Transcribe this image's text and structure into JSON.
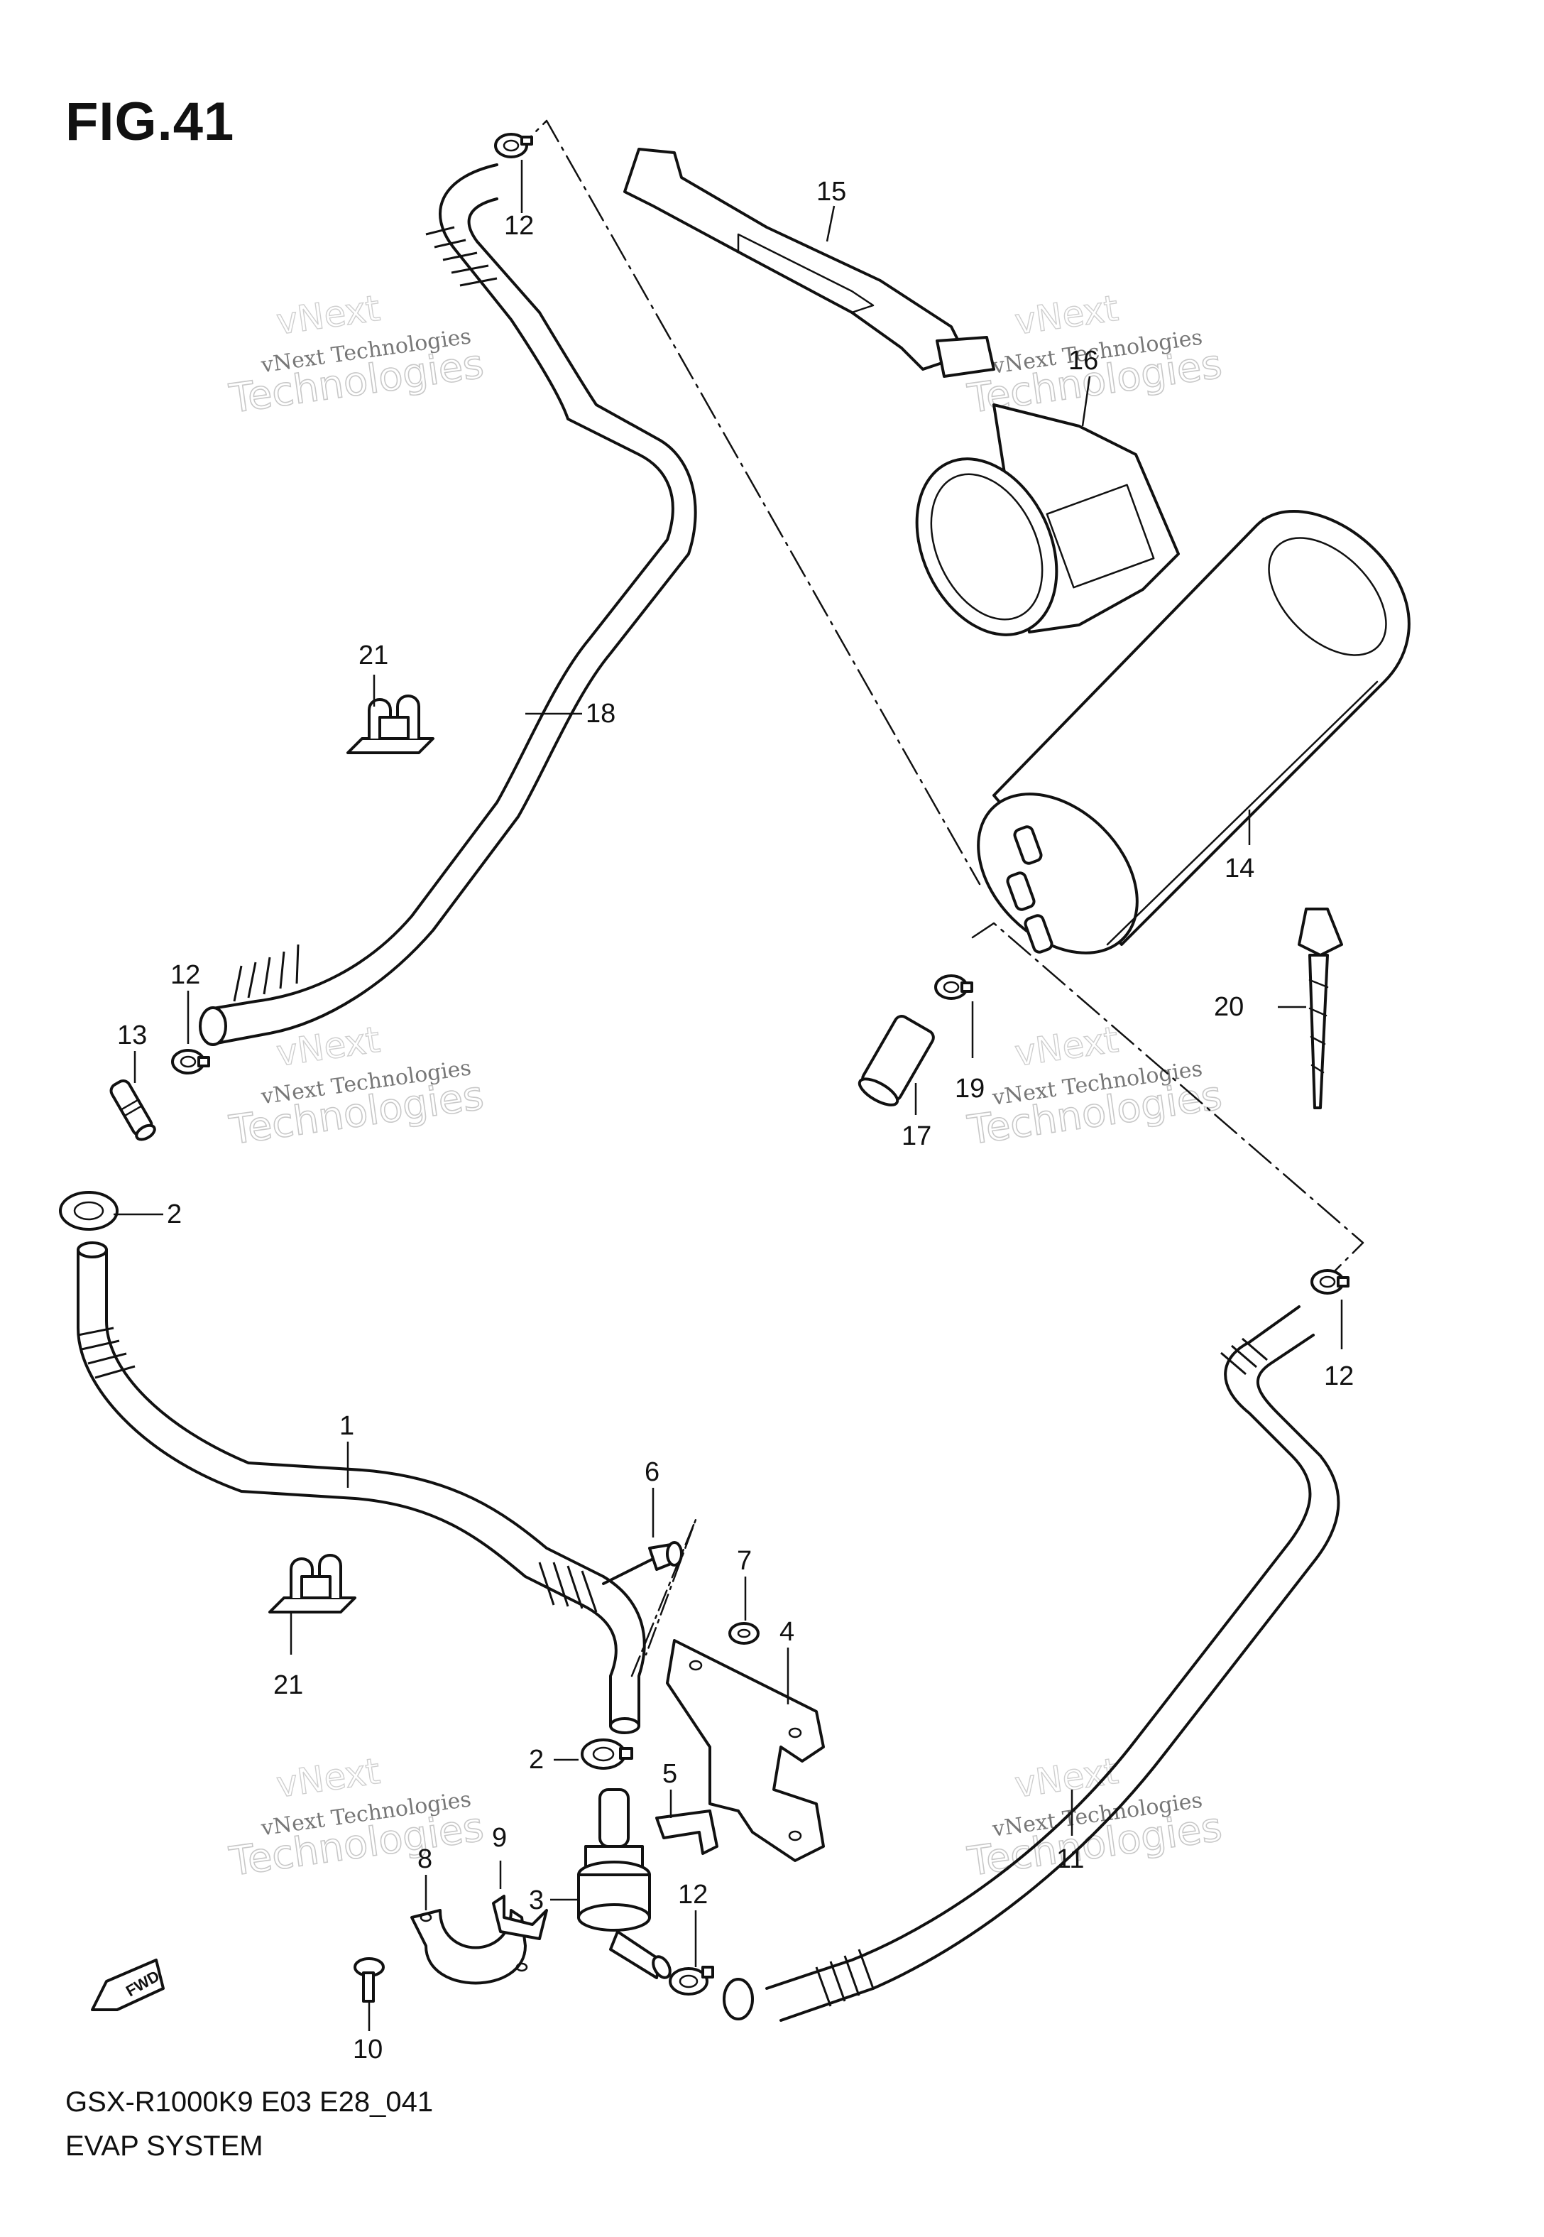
{
  "figure": {
    "title": "FIG.41"
  },
  "footer": {
    "model_code": "GSX-R1000K9 E03 E28_041",
    "section_name": "EVAP SYSTEM"
  },
  "watermark": {
    "line1": "vNext Technologies",
    "line2": "Technologies",
    "line3": "vNext"
  },
  "direction_badge": {
    "label": "FWD"
  },
  "callouts": {
    "c1": "1",
    "c2a": "2",
    "c2b": "2",
    "c3": "3",
    "c4": "4",
    "c5": "5",
    "c6": "6",
    "c7": "7",
    "c8": "8",
    "c9": "9",
    "c10": "10",
    "c11": "11",
    "c12a": "12",
    "c12b": "12",
    "c12c": "12",
    "c12d": "12",
    "c13": "13",
    "c14": "14",
    "c15": "15",
    "c16": "16",
    "c17": "17",
    "c18": "18",
    "c19": "19",
    "c20": "20",
    "c21a": "21",
    "c21b": "21"
  }
}
